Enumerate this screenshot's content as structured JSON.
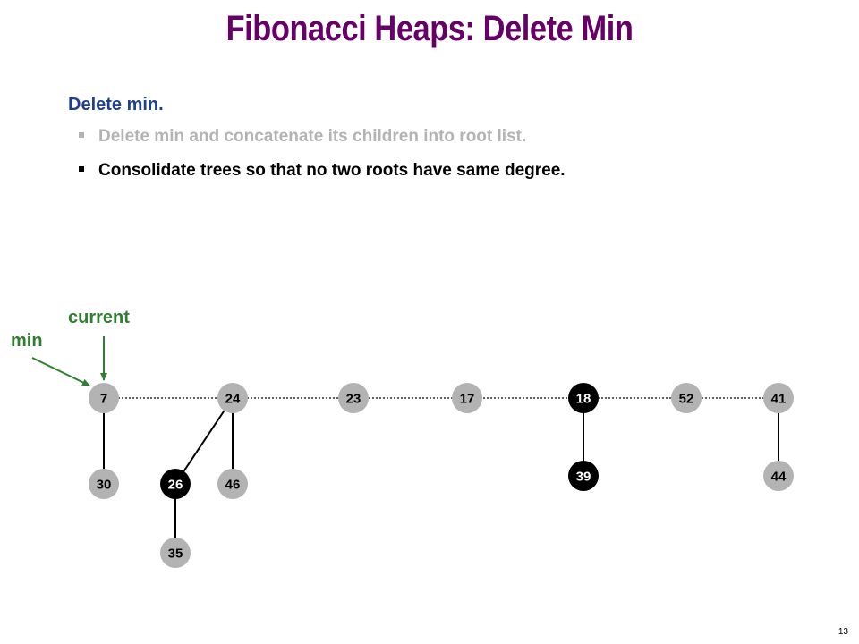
{
  "slide": {
    "title": "Fibonacci Heaps:  Delete Min",
    "heading": "Delete min.",
    "bullets": [
      "Delete min and concatenate its children into root list.",
      "Consolidate trees so that no two roots have same degree."
    ],
    "page_number": "13"
  },
  "pointers": {
    "current_label": "current",
    "min_label": "min"
  },
  "colors": {
    "title": "#660066",
    "heading": "#1f3f8f",
    "faded_text": "#b3b3b3",
    "pointer": "#2f7f2f",
    "node_fill": "#b3b3b3",
    "marked_node_fill": "#000000"
  },
  "heap": {
    "roots": [
      {
        "key": "7",
        "marked": false,
        "children": [
          {
            "key": "30",
            "marked": false,
            "children": []
          }
        ]
      },
      {
        "key": "24",
        "marked": false,
        "children": [
          {
            "key": "26",
            "marked": true,
            "children": [
              {
                "key": "35",
                "marked": false,
                "children": []
              }
            ]
          },
          {
            "key": "46",
            "marked": false,
            "children": []
          }
        ]
      },
      {
        "key": "23",
        "marked": false,
        "children": []
      },
      {
        "key": "17",
        "marked": false,
        "children": []
      },
      {
        "key": "18",
        "marked": true,
        "children": [
          {
            "key": "39",
            "marked": true,
            "children": []
          }
        ]
      },
      {
        "key": "52",
        "marked": false,
        "children": []
      },
      {
        "key": "41",
        "marked": false,
        "children": [
          {
            "key": "44",
            "marked": false,
            "children": []
          }
        ]
      }
    ]
  }
}
